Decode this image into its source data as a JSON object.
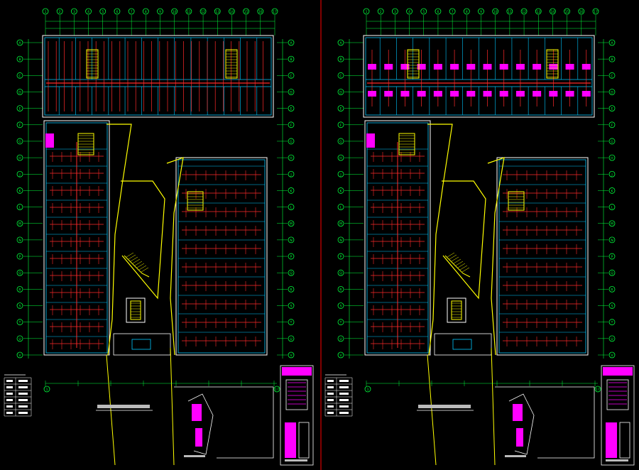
{
  "colors": {
    "background": "#000000",
    "grid": "#00ff3c",
    "wall": "#00c8ff",
    "pipe": "#ff2a2a",
    "white": "#ffffff",
    "yellow": "#ffff00",
    "magenta": "#ff00ff",
    "divider": "#ff0000"
  },
  "sheets": [
    {
      "id": "left",
      "plan_type": "ventilation",
      "axis_labels_top": [
        "1",
        "2",
        "3",
        "4",
        "5",
        "6",
        "7",
        "8",
        "9",
        "10",
        "11",
        "12",
        "13",
        "14",
        "15",
        "16",
        "17"
      ],
      "axis_labels_side": [
        "A",
        "B",
        "C",
        "D",
        "E",
        "F",
        "G",
        "H",
        "J",
        "K",
        "L",
        "M",
        "N",
        "P",
        "Q",
        "R",
        "S",
        "T",
        "U",
        "V"
      ]
    },
    {
      "id": "right",
      "plan_type": "plumbing",
      "axis_labels_top": [
        "1",
        "2",
        "3",
        "4",
        "5",
        "6",
        "7",
        "8",
        "9",
        "10",
        "11",
        "12",
        "13",
        "14",
        "15",
        "16",
        "17"
      ],
      "axis_labels_side": [
        "A",
        "B",
        "C",
        "D",
        "E",
        "F",
        "G",
        "H",
        "J",
        "K",
        "L",
        "M",
        "N",
        "P",
        "Q",
        "R",
        "S",
        "T",
        "U",
        "V"
      ]
    }
  ],
  "legend_rows": 6
}
